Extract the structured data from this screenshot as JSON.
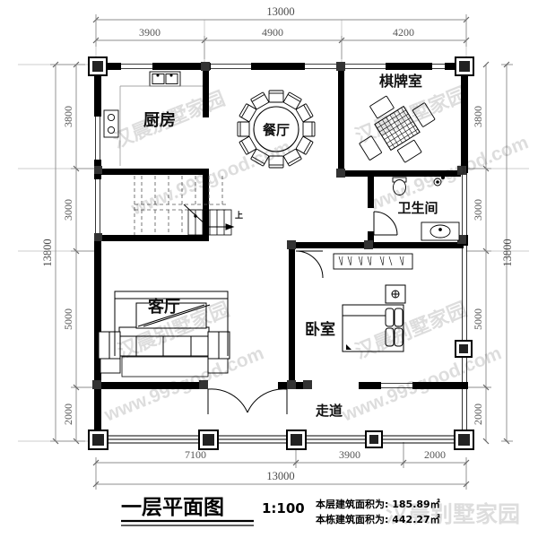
{
  "drawing": {
    "title": "一层平面图",
    "scale": "1:100",
    "area_floor": "本层建筑面积为: 185.89㎡",
    "area_building": "本栋建筑面积为: 442.27㎡"
  },
  "dimensions": {
    "top_total": "13000",
    "top_segments": [
      "3900",
      "4900",
      "4200"
    ],
    "bottom_total": "13000",
    "bottom_segments": [
      "7100",
      "3900",
      "2000"
    ],
    "left_total": "13800",
    "left_segments": [
      "3800",
      "3000",
      "5000",
      "2000"
    ],
    "right_total": "13800",
    "right_segments": [
      "3800",
      "3000",
      "5000",
      "2000"
    ]
  },
  "rooms": [
    {
      "id": "kitchen",
      "label": "厨房"
    },
    {
      "id": "dining",
      "label": "餐厅"
    },
    {
      "id": "majiang",
      "label": "棋牌室"
    },
    {
      "id": "bathroom",
      "label": "卫生间"
    },
    {
      "id": "living",
      "label": "客厅"
    },
    {
      "id": "bedroom",
      "label": "卧室"
    },
    {
      "id": "corridor",
      "label": "走道"
    }
  ],
  "annotations": {
    "stair_up": "上"
  },
  "watermarks": {
    "brand": "汉晨别墅家园",
    "site": "www.999good.com"
  },
  "colors": {
    "wall": "#000000",
    "furniture": "#1a1a1a",
    "dimension": "#555555",
    "background": "#ffffff"
  }
}
